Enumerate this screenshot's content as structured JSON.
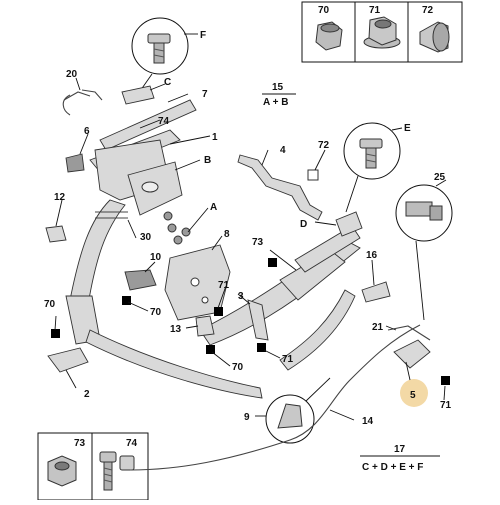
{
  "diagram": {
    "callouts": {
      "c1": "1",
      "c2": "2",
      "c3": "3",
      "c4": "4",
      "c5": "5",
      "c6": "6",
      "c7": "7",
      "c8": "8",
      "c9": "9",
      "c10": "10",
      "c12": "12",
      "c13": "13",
      "c14": "14",
      "c16": "16",
      "c20": "20",
      "c21": "21",
      "c25": "25",
      "c30": "30",
      "c70a": "70",
      "c70b": "70",
      "c70c": "70",
      "c71a": "71",
      "c71b": "71",
      "c71c": "71",
      "c72": "72",
      "c73": "73",
      "c74": "74",
      "B": "B",
      "C": "C",
      "D": "D",
      "F": "F",
      "E": "E",
      "A": "A"
    },
    "formulas": {
      "f15_num": "15",
      "f15_expr": "A + B",
      "f17_num": "17",
      "f17_expr": "C + D + E + F"
    },
    "inset_top": {
      "n70": "70",
      "n71": "71",
      "n72": "72"
    },
    "inset_bottom": {
      "n73": "73",
      "n74": "74"
    },
    "highlight_color": "#f3d9a6"
  }
}
